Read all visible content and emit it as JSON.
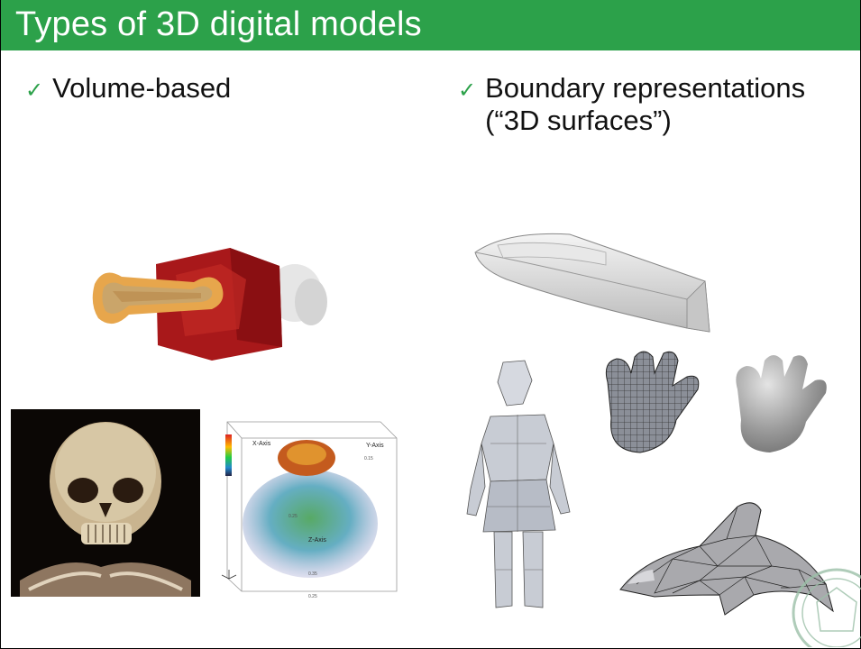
{
  "slide": {
    "title": "Types of 3D digital models",
    "left_bullet": "Volume-based",
    "right_bullet_line1": "Boundary representations",
    "right_bullet_line2": "(“3D surfaces”)",
    "check_icon": "checkmark-icon"
  },
  "volume_plot": {
    "x_axis_label": "X-Axis",
    "y_axis_label": "Y-Axis",
    "z_axis_label": "Z-Axis",
    "tick_labels": [
      "0.15",
      "0.25",
      "0.35",
      "0.25"
    ]
  },
  "colors": {
    "accent": "#2ca14a",
    "title_text": "#ffffff"
  }
}
